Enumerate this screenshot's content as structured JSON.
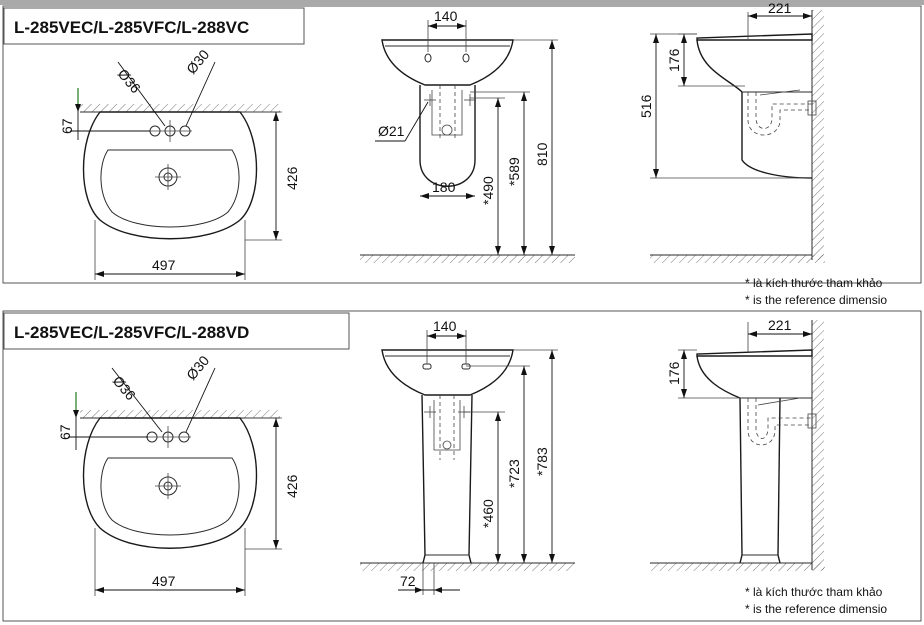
{
  "panels": [
    {
      "title": "L-285VEC/L-285VFC/L-288VC",
      "dims": {
        "d36": "Ø36",
        "d30": "Ø30",
        "d67": "67",
        "d426": "426",
        "d497": "497",
        "d140": "140",
        "d21": "Ø21",
        "d180": "180",
        "d490": "*490",
        "d589": "*589",
        "d810": "810",
        "d221": "221",
        "d176": "176",
        "d516": "516"
      },
      "note_vi": "* là kích thước tham khảo",
      "note_en": "* is the reference dimensio"
    },
    {
      "title": "L-285VEC/L-285VFC/L-288VD",
      "dims": {
        "d36": "Ø36",
        "d30": "Ø30",
        "d67": "67",
        "d426": "426",
        "d497": "497",
        "d140": "140",
        "d72": "72",
        "d460": "*460",
        "d723": "*723",
        "d783": "*783",
        "d221": "221",
        "d176": "176"
      },
      "note_vi": "* là kích thước tham khảo",
      "note_en": "* is the reference dimensio"
    }
  ]
}
